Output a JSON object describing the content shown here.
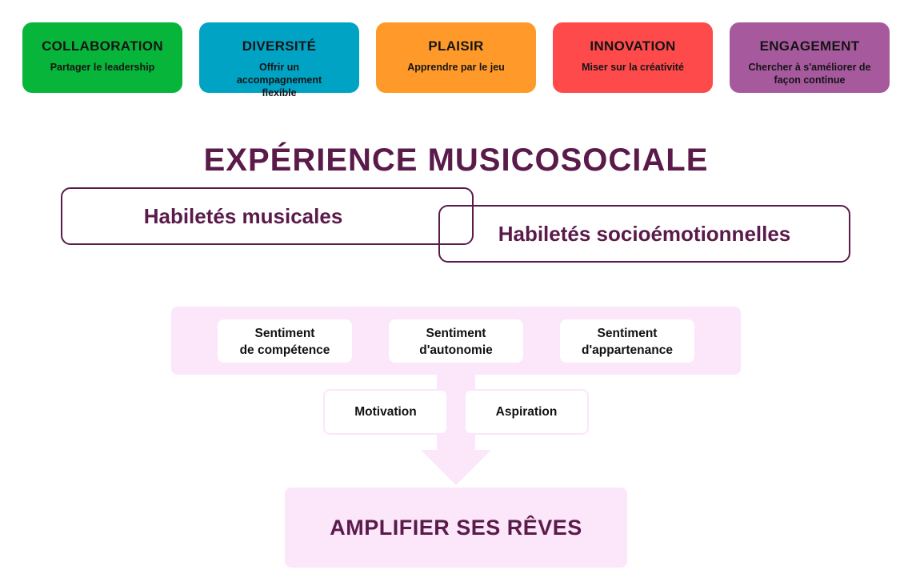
{
  "values": [
    {
      "title": "COLLABORATION",
      "subtitle": "Partager le leadership",
      "color": "#07b53a"
    },
    {
      "title": "DIVERSITÉ",
      "subtitle": "Offrir un accompagnement flexible",
      "color": "#00a3c4"
    },
    {
      "title": "PLAISIR",
      "subtitle": "Apprendre par le jeu",
      "color": "#ff9a2a"
    },
    {
      "title": "INNOVATION",
      "subtitle": "Miser sur la créativité",
      "color": "#ff4a4c"
    },
    {
      "title": "ENGAGEMENT",
      "subtitle": "Chercher à s'améliorer de façon continue",
      "color": "#a6599d"
    }
  ],
  "main_title": "EXPÉRIENCE MUSICOSOCIALE",
  "skills": {
    "musical": "Habiletés musicales",
    "social": "Habiletés socioémotionnelles"
  },
  "needs": [
    {
      "line1": "Sentiment",
      "line2": "de compétence"
    },
    {
      "line1": "Sentiment",
      "line2": "d'autonomie"
    },
    {
      "line1": "Sentiment",
      "line2": "d'appartenance"
    }
  ],
  "outcomes": {
    "motivation": "Motivation",
    "aspiration": "Aspiration"
  },
  "goal": "AMPLIFIER SES RÊVES",
  "colors": {
    "title": "#5a1a4a",
    "panel": "#fce6fa"
  }
}
